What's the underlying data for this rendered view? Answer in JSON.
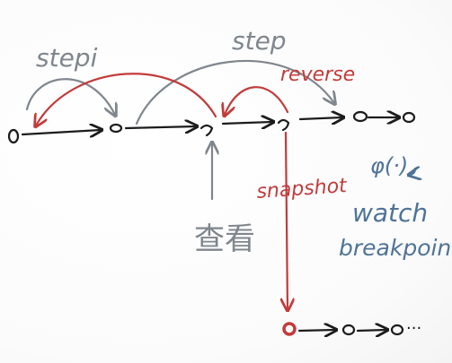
{
  "labels": {
    "stepi": "stepi",
    "step": "step",
    "reverse": "reverse",
    "snapshot": "snapshot",
    "inspect": "查看",
    "watch_symbol": "φ(·)",
    "watch": "watch",
    "breakpoint": "breakpoint",
    "ellipsis": "···"
  },
  "colors": {
    "black": "#1c1c1c",
    "gray": "#7f868d",
    "red": "#c23b3b",
    "blue": "#4f7397"
  }
}
